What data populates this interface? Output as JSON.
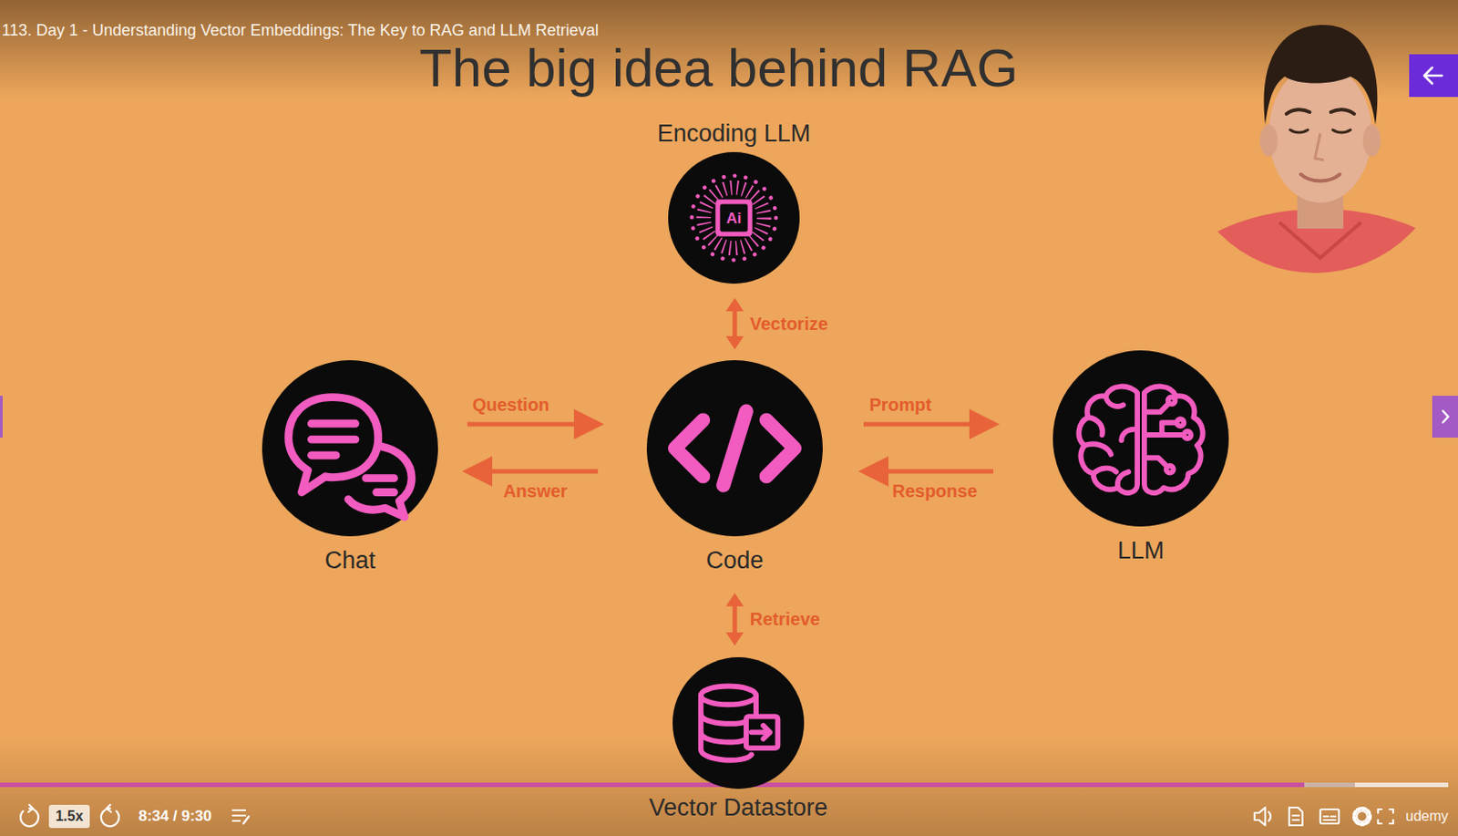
{
  "diagram": {
    "title": "The big idea behind RAG",
    "nodes": [
      {
        "text": [
          "Encoding LLM"
        ]
      },
      {
        "text": [
          "Chat"
        ]
      },
      {
        "text": [
          "Code"
        ]
      },
      {
        "text": [
          "LLM"
        ]
      },
      {
        "text": [
          "Vector Datastore"
        ]
      }
    ],
    "edges": [
      {
        "from": 0,
        "to": 2,
        "label": "Vectorize",
        "arrow": "both"
      },
      {
        "from": 1,
        "to": 2,
        "label": "Question",
        "arrow": "to"
      },
      {
        "from": 2,
        "to": 1,
        "label": "Answer",
        "arrow": "to"
      },
      {
        "from": 2,
        "to": 3,
        "label": "Prompt",
        "arrow": "to"
      },
      {
        "from": 3,
        "to": 2,
        "label": "Response",
        "arrow": "to"
      },
      {
        "from": 2,
        "to": 4,
        "label": "Retrieve",
        "arrow": "both"
      }
    ],
    "labels": [
      "113. Day 1 - Understanding Vector Embeddings: The Key to RAG and LLM Retrieval",
      "Ai",
      "1.5x",
      "8:34 / 9:30",
      "udemy"
    ]
  }
}
